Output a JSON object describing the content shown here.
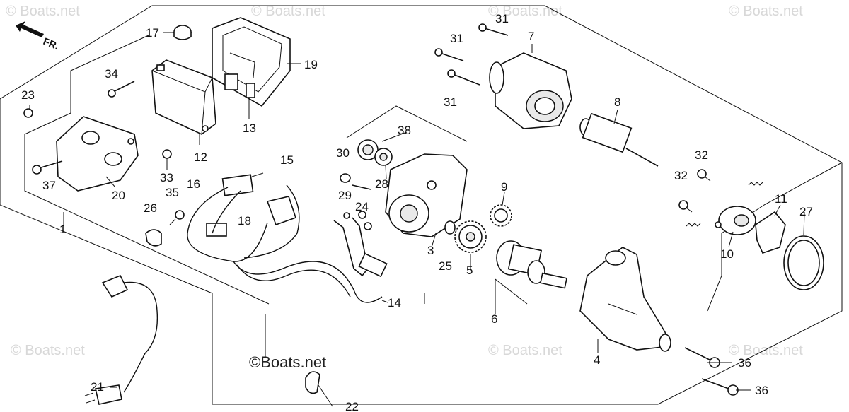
{
  "orientation_label": "FR.",
  "watermark_text": "© Boats.net",
  "copyright_text": "©Boats.net",
  "callouts": {
    "c1": "1",
    "c3": "3",
    "c4": "4",
    "c5": "5",
    "c6": "6",
    "c7": "7",
    "c8": "8",
    "c9": "9",
    "c10": "10",
    "c11": "11",
    "c12": "12",
    "c13": "13",
    "c14": "14",
    "c15": "15",
    "c16": "16",
    "c17": "17",
    "c18": "18",
    "c19": "19",
    "c20": "20",
    "c21": "21",
    "c22": "22",
    "c23": "23",
    "c24": "24",
    "c25": "25",
    "c26": "26",
    "c27": "27",
    "c28": "28",
    "c29": "29",
    "c30": "30",
    "c31a": "31",
    "c31b": "31",
    "c31c": "31",
    "c32a": "32",
    "c32b": "32",
    "c33": "33",
    "c34": "34",
    "c35": "35",
    "c36a": "36",
    "c36b": "36",
    "c37": "37",
    "c38": "38"
  }
}
